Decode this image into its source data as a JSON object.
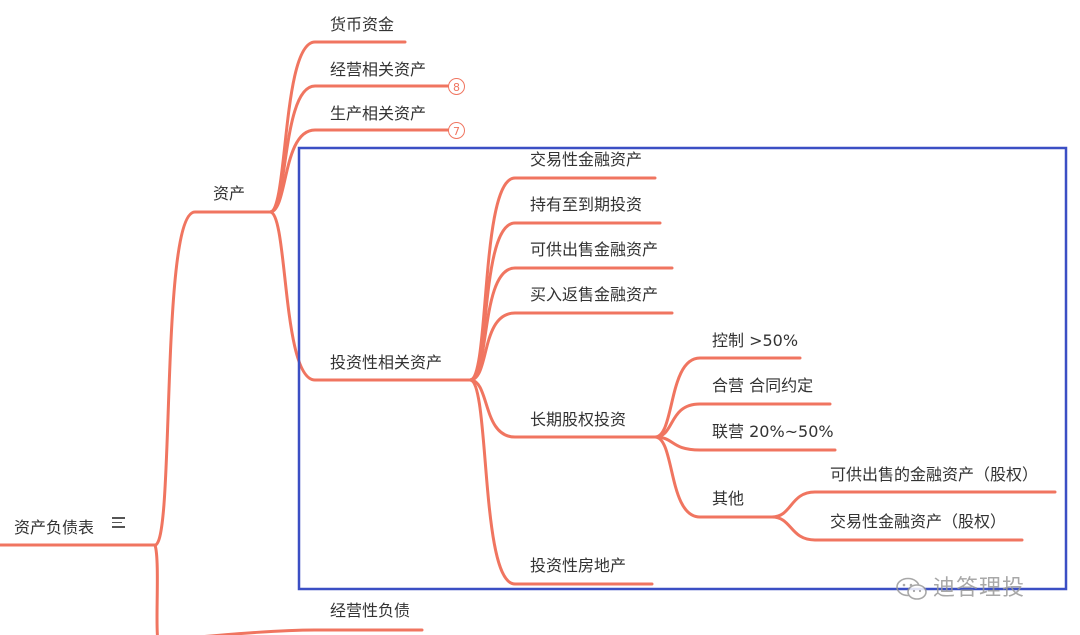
{
  "colors": {
    "branch": "#f07560",
    "highlight_box": "#3b4fc4",
    "text": "#333333"
  },
  "root": {
    "label": "资产负债表",
    "menu_icon": "menu-icon"
  },
  "assets": {
    "label": "资产",
    "children": {
      "cash": "货币资金",
      "operating": {
        "label": "经营相关资产",
        "badge": "8"
      },
      "production": {
        "label": "生产相关资产",
        "badge": "7"
      },
      "investment": {
        "label": "投资性相关资产",
        "children": {
          "trading": "交易性金融资产",
          "htm": "持有至到期投资",
          "afs": "可供出售金融资产",
          "resale": "买入返售金融资产",
          "lt_equity": {
            "label": "长期股权投资",
            "children": {
              "control": "控制 >50%",
              "joint": "合营 合同约定",
              "associate": "联营 20%~50%",
              "other": {
                "label": "其他",
                "children": {
                  "afs_equity": "可供出售的金融资产（股权）",
                  "trading_equity": "交易性金融资产（股权）"
                }
              }
            }
          },
          "real_estate": "投资性房地产"
        }
      }
    }
  },
  "liabilities": {
    "operating": "经营性负债"
  },
  "watermark": {
    "text": "迪答理投"
  }
}
